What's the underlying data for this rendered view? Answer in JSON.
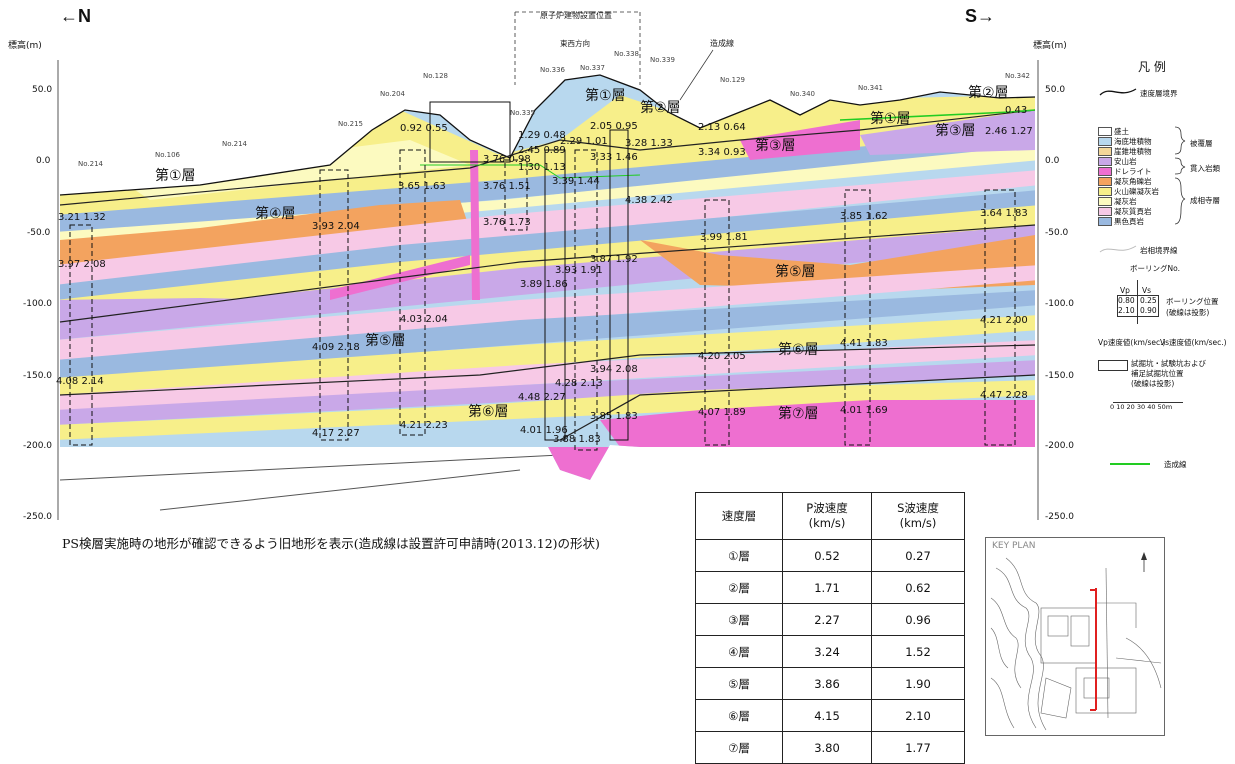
{
  "directions": {
    "north": "←N",
    "south": "S→"
  },
  "elev_label": "標高(m)",
  "elev_ticks": [
    "50.0",
    "0.0",
    "-50.0",
    "-100.0",
    "-150.0",
    "-200.0",
    "-250.0"
  ],
  "header_labels": {
    "reactor_position": "原子炉建物設置位置",
    "east_west": "東西方向",
    "grading_line": "造成線"
  },
  "borehole_labels": [
    "No.214",
    "No.106",
    "No.214",
    "No.215",
    "No.204",
    "No.128",
    "No.335",
    "No.336",
    "No.337",
    "No.338",
    "No.339",
    "No.129",
    "No.340",
    "No.341",
    "No.342"
  ],
  "layer_labels": [
    {
      "text": "第①層"
    },
    {
      "text": "第①層"
    },
    {
      "text": "第①層"
    },
    {
      "text": "第②層"
    },
    {
      "text": "第②層"
    },
    {
      "text": "第③層"
    },
    {
      "text": "第③層"
    },
    {
      "text": "第④層"
    },
    {
      "text": "第⑤層"
    },
    {
      "text": "第⑤層"
    },
    {
      "text": "第⑥層"
    },
    {
      "text": "第⑥層"
    },
    {
      "text": "第⑦層"
    }
  ],
  "velocity_labels": [
    "3.21 1.32",
    "3.97 2.08",
    "4.08 2.14",
    "3.93 2.04",
    "4.09 2.18",
    "4.17 2.27",
    "0.92 0.55",
    "3.65 1.63",
    "4.03 2.04",
    "4.21 2.23",
    "3.76 0.98",
    "3.76 1.51",
    "3.76 1.73",
    "1.29 0.48",
    "2.45 0.89",
    "1.30 1.13",
    "3.39 1.44",
    "3.89 1.86",
    "3.93 1.91",
    "2.29 1.01",
    "2.05 0.95",
    "3.33 1.46",
    "3.87 1.92",
    "3.94 2.08",
    "4.28 2.13",
    "4.48 2.27",
    "4.01 1.96",
    "3.88 1.83",
    "3.85 1.83",
    "3.28 1.33",
    "4.38 2.42",
    "2.13 0.64",
    "3.34 0.93",
    "3.99 1.81",
    "4.20 2.05",
    "4.07 1.89",
    "3.85 1.62",
    "4.41 1.83",
    "4.01 1.69",
    "2.46 1.27",
    "0.43",
    "3.64 1.83",
    "4.21 2.00",
    "4.47 2.28"
  ],
  "legend": {
    "title": "凡 例",
    "boundary": "速度層境界",
    "items": [
      {
        "label": "盛土",
        "color": "#ffffff"
      },
      {
        "label": "海底堆積物",
        "color": "#b8d8ee"
      },
      {
        "label": "崖錐堆積物",
        "color": "#f3d79a"
      },
      {
        "label": "安山岩",
        "color": "#c9a8e8"
      },
      {
        "label": "ドレライト",
        "color": "#ee6fd0"
      },
      {
        "label": "凝灰角礫岩",
        "color": "#f3a35f"
      },
      {
        "label": "火山礫凝灰岩",
        "color": "#f7ef8a"
      },
      {
        "label": "凝灰岩",
        "color": "#fcfac0"
      },
      {
        "label": "凝灰質頁岩",
        "color": "#f7c9e6"
      },
      {
        "label": "黒色頁岩",
        "color": "#9ab9e0"
      }
    ],
    "groups": [
      "被覆層",
      "貫入岩類",
      "成相寺層"
    ],
    "facies_boundary": "岩相境界線",
    "boring_title": "ボーリングNo.",
    "boring_example": {
      "vp": "Vp",
      "vs": "Vs",
      "vp1": "0.80",
      "vs1": "0.25",
      "vp2": "2.10",
      "vs2": "0.90"
    },
    "boring_position": "ボーリング位置",
    "boring_position_note": "(破線は投影)",
    "vp_label": "Vp速度値(km/sec.)",
    "vs_label": "Vs速度値(km/sec.)",
    "trench_label": "試掘坑・試験坑および",
    "trench_label2": "補足試掘坑位置",
    "trench_label3": "(破線は投影)",
    "scale": "0  10  20  30  40  50m",
    "grading_line": "造成線"
  },
  "note": "PS検層実施時の地形が確認できるよう旧地形を表示(造成線は設置許可申請時(2013.12)の形状)",
  "velocity_table": {
    "headers": [
      "速度層",
      "P波速度\n(km/s)",
      "S波速度\n(km/s)"
    ],
    "header_p": [
      "P波速度",
      "(km/s)"
    ],
    "header_s": [
      "S波速度",
      "(km/s)"
    ],
    "rows": [
      {
        "layer": "①層",
        "p": "0.52",
        "s": "0.27"
      },
      {
        "layer": "②層",
        "p": "1.71",
        "s": "0.62"
      },
      {
        "layer": "③層",
        "p": "2.27",
        "s": "0.96"
      },
      {
        "layer": "④層",
        "p": "3.24",
        "s": "1.52"
      },
      {
        "layer": "⑤層",
        "p": "3.86",
        "s": "1.90"
      },
      {
        "layer": "⑥層",
        "p": "4.15",
        "s": "2.10"
      },
      {
        "layer": "⑦層",
        "p": "3.80",
        "s": "1.77"
      }
    ]
  },
  "key_plan": {
    "title": "KEY PLAN"
  }
}
